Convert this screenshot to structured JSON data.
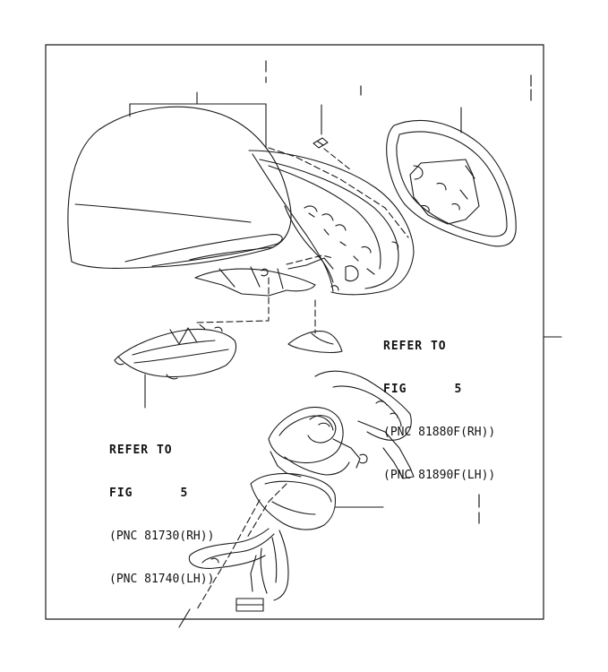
{
  "callouts": {
    "right": {
      "line1": "REFER TO",
      "line2": "FIG      5",
      "line3": "(PNC 81880F(RH))",
      "line4": "(PNC 81890F(LH))"
    },
    "left": {
      "line1": "REFER TO",
      "line2": "FIG      5",
      "line3": "(PNC 81730(RH))",
      "line4": "(PNC 81740(LH))"
    }
  },
  "colors": {
    "line": "#1a1a1a",
    "background": "#ffffff"
  }
}
